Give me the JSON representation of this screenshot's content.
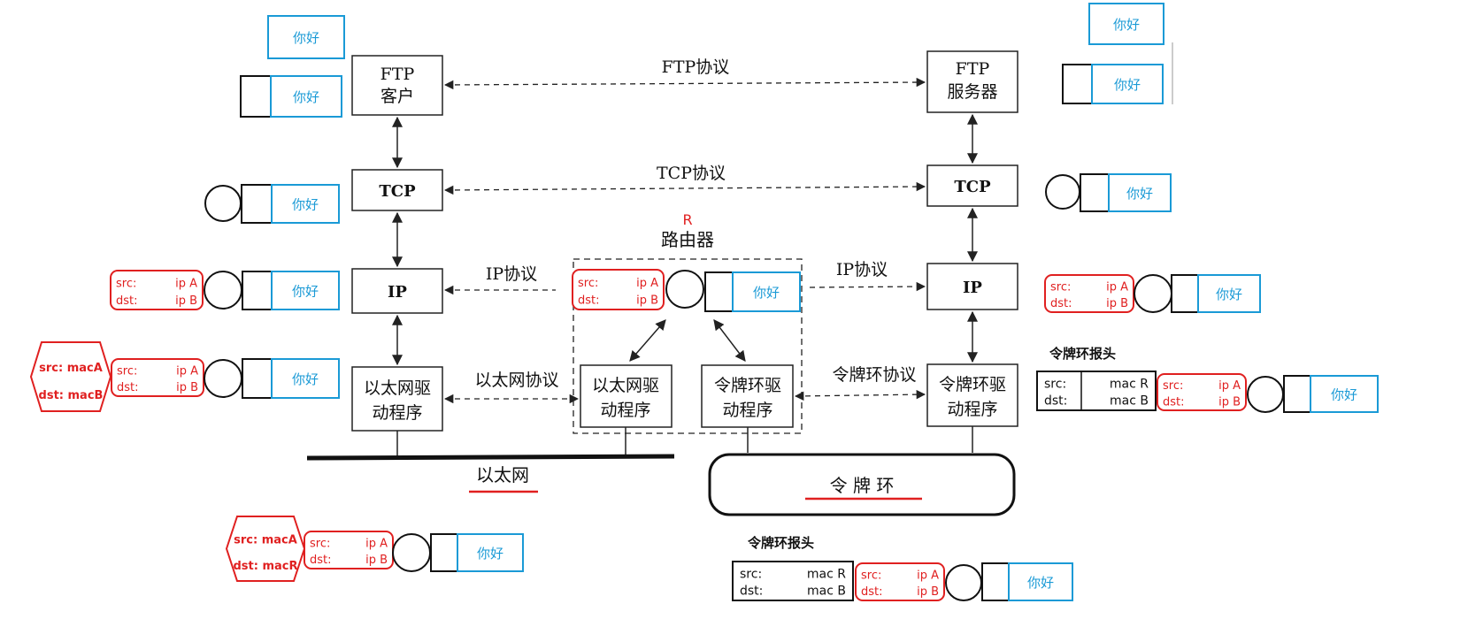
{
  "colors": {
    "line": "#222222",
    "payload": "#1a9ad6",
    "header_red": "#e02020"
  },
  "payload_text": "你好",
  "ip_header": {
    "src_label": "src:",
    "src_val": "ip A",
    "dst_label": "dst:",
    "dst_val": "ip B"
  },
  "eth_header_host": {
    "src": "src: macA",
    "dst": "dst: macB"
  },
  "eth_header_router": {
    "src": "src: macA",
    "dst": "dst: macR"
  },
  "token_header_title": "令牌环报头",
  "token_header": {
    "src_label": "src:",
    "src_val": "mac R",
    "dst_label": "dst:",
    "dst_val": "mac B"
  },
  "left_host": {
    "ftp": [
      "FTP",
      "客户"
    ],
    "tcp": "TCP",
    "ip": "IP",
    "driver": [
      "以太网驱",
      "动程序"
    ]
  },
  "right_host": {
    "ftp": [
      "FTP",
      "服务器"
    ],
    "tcp": "TCP",
    "ip": "IP",
    "driver": [
      "令牌环驱",
      "动程序"
    ]
  },
  "router": {
    "mark": "R",
    "title": "路由器",
    "eth_driver": [
      "以太网驱",
      "动程序"
    ],
    "token_driver": [
      "令牌环驱",
      "动程序"
    ]
  },
  "protocols": {
    "ftp": "FTP协议",
    "tcp": "TCP协议",
    "ip_left": "IP协议",
    "ip_right": "IP协议",
    "ethernet": "以太网协议",
    "token_ring": "令牌环协议"
  },
  "networks": {
    "ethernet": "以太网",
    "token_ring": "令 牌 环"
  }
}
